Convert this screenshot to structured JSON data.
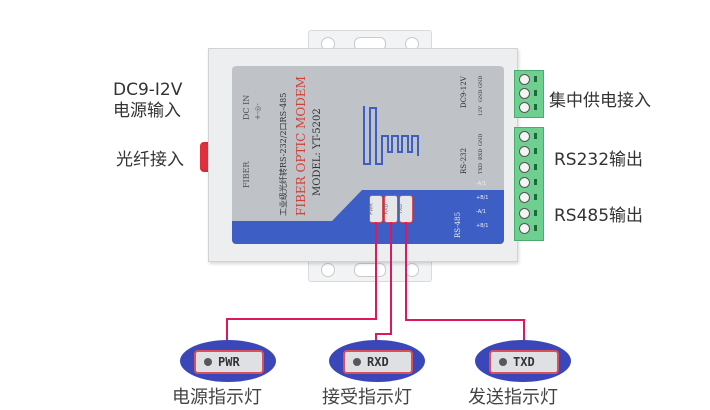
{
  "left_labels": {
    "power_input_line1": "DC9-I2V",
    "power_input_line2": "电源输入",
    "fiber_input": "光纤接入"
  },
  "right_labels": {
    "central_power": "集中供电接入",
    "rs232_output": "RS232输出",
    "rs485_output": "RS485输出"
  },
  "device": {
    "fiber_port_label": "FIBER",
    "dc_in_label": "DC IN",
    "dc_polarity": "+-◎-",
    "description": "工业级光纤转RS-232/2口RS-485",
    "product_title": "FIBER OPTIC MODEM",
    "model": "MODEL: YT-5202",
    "terminal_groups": [
      {
        "name": "DC9-12V",
        "pins": [
          "GND",
          "GND",
          "12V"
        ]
      },
      {
        "name": "RS-232",
        "pins": [
          "GND",
          "RXD",
          "TXD"
        ]
      },
      {
        "name": "RS-485",
        "pins": [
          "-A/1",
          "+B/1",
          "-A/1",
          "+B/1"
        ]
      }
    ],
    "leds": [
      "PWR",
      "RXD",
      "TXD"
    ],
    "colors": {
      "panel": "#bfc2c7",
      "accent_blue": "#3d5ec4",
      "title_red": "#d0413a",
      "terminal_green": "#6fcf91",
      "connector_red": "#e0303d",
      "leader_line": "#e0185a"
    }
  },
  "indicators": [
    {
      "led": "PWR",
      "caption": "电源指示灯"
    },
    {
      "led": "RXD",
      "caption": "接受指示灯"
    },
    {
      "led": "TXD",
      "caption": "发送指示灯"
    }
  ]
}
